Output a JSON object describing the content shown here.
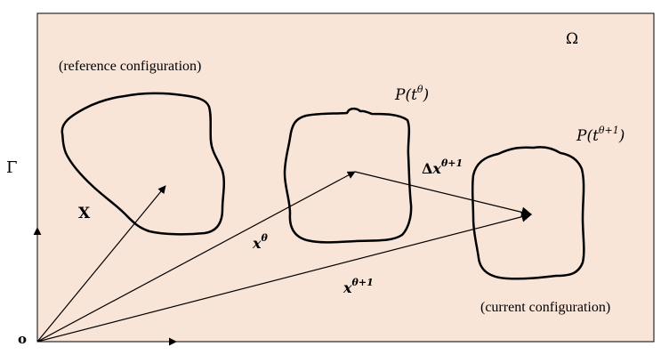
{
  "domain_labels": {
    "omega": "Ω",
    "gamma": "Γ",
    "origin": "o"
  },
  "configurations": {
    "reference": "(reference configuration)",
    "current": "(current configuration)"
  },
  "bodies": {
    "p_t_theta": {
      "base": "P(t",
      "sup": "θ",
      "close": ")"
    },
    "p_t_theta_1": {
      "base": "P(t",
      "sup": "θ+1",
      "close": ")"
    }
  },
  "vectors": {
    "X": "X",
    "x_theta": {
      "base": "x",
      "sup": "θ"
    },
    "x_theta_1": {
      "base": "x",
      "sup": "θ+1"
    },
    "delta_x": {
      "delta": "Δ",
      "base": "x",
      "sup": "θ+1"
    }
  },
  "colors": {
    "domain_fill": "#f9e4d8",
    "stroke": "#000000"
  }
}
